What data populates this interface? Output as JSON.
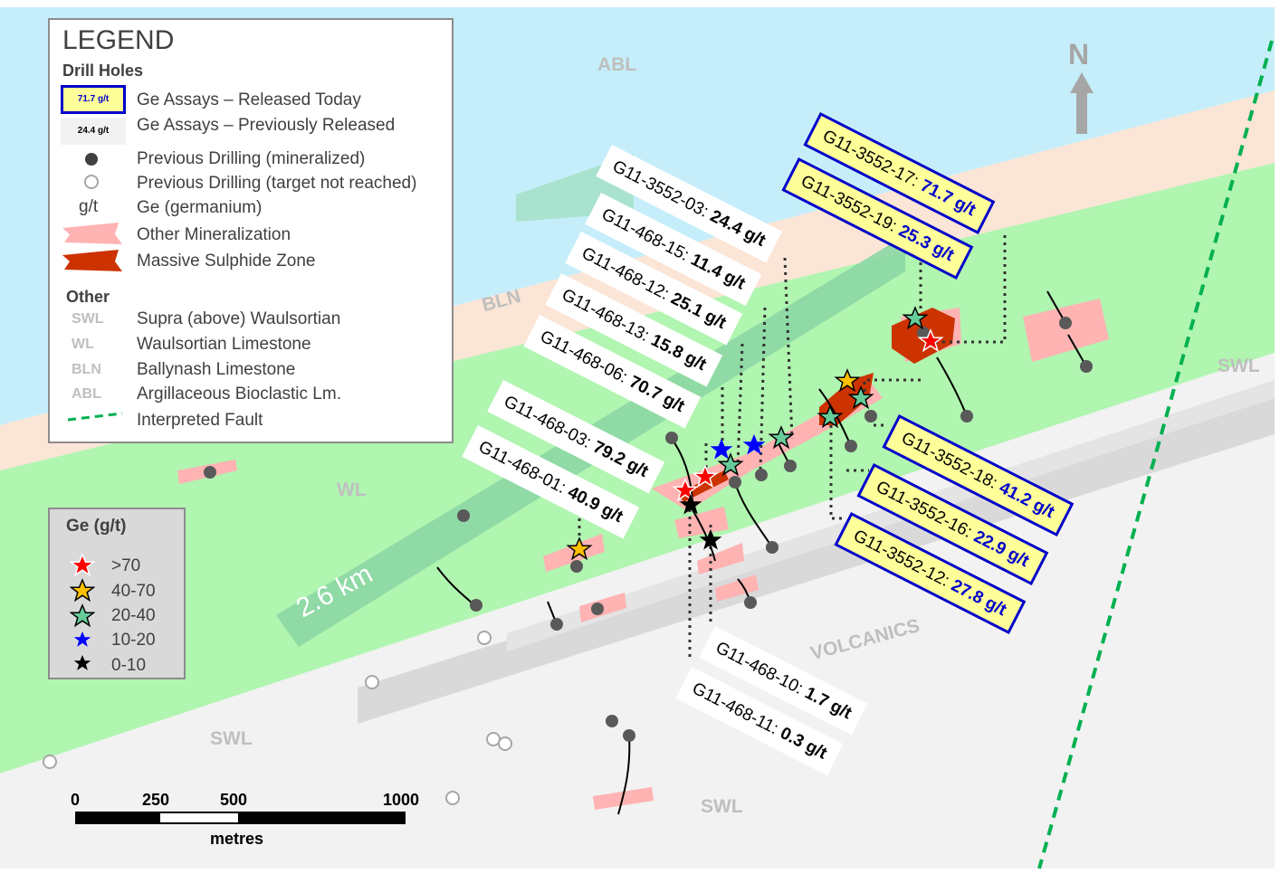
{
  "legend": {
    "title": "LEGEND",
    "drill_holes_heading": "Drill Holes",
    "released_today_sample": "71.7 g/t",
    "released_today_label": "Ge Assays – Released Today",
    "previously_released_sample": "24.4 g/t",
    "previously_released_label": "Ge Assays – Previously Released",
    "prev_mineralized": "Previous Drilling (mineralized)",
    "prev_target_not_reached": "Previous Drilling (target not reached)",
    "gt_symbol": "g/t",
    "gt_label": "Ge (germanium)",
    "other_mineralization": "Other Mineralization",
    "massive_sulphide": "Massive Sulphide Zone",
    "other_heading": "Other",
    "units": [
      {
        "abbr": "SWL",
        "label": "Supra (above) Waulsortian"
      },
      {
        "abbr": "WL",
        "label": "Waulsortian Limestone"
      },
      {
        "abbr": "BLN",
        "label": "Ballynash Limestone"
      },
      {
        "abbr": "ABL",
        "label": "Argillaceous Bioclastic Lm."
      }
    ],
    "fault_label": "Interpreted Fault"
  },
  "ge_legend": {
    "title": "Ge (g/t)",
    "classes": [
      {
        "label": ">70",
        "color": "#ff0000"
      },
      {
        "label": "40-70",
        "color": "#ffc000"
      },
      {
        "label": "20-40",
        "color": "#66cc99"
      },
      {
        "label": "10-20",
        "color": "#0000ff"
      },
      {
        "label": "0-10",
        "color": "#000000"
      }
    ]
  },
  "map_units": {
    "abl": "ABL",
    "bln": "BLN",
    "wl": "WL",
    "swl_right": "SWL",
    "swl_left": "SWL",
    "swl_bottom": "SWL",
    "volcanics": "VOLCANICS",
    "km": "2.6 km",
    "north": "N"
  },
  "assays_previous": [
    {
      "hole": "G11-3552-03: ",
      "value": "24.4 g/t"
    },
    {
      "hole": "G11-468-15: ",
      "value": "11.4 g/t"
    },
    {
      "hole": "G11-468-12: ",
      "value": "25.1 g/t"
    },
    {
      "hole": "G11-468-13: ",
      "value": "15.8 g/t"
    },
    {
      "hole": "G11-468-06: ",
      "value": "70.7 g/t"
    },
    {
      "hole": "G11-468-03: ",
      "value": "79.2 g/t"
    },
    {
      "hole": "G11-468-01: ",
      "value": "40.9 g/t"
    },
    {
      "hole": "G11-468-10: ",
      "value": "1.7 g/t"
    },
    {
      "hole": "G11-468-11: ",
      "value": "0.3 g/t"
    }
  ],
  "assays_today": [
    {
      "hole": "G11-3552-17: ",
      "value": "71.7 g/t"
    },
    {
      "hole": "G11-3552-19: ",
      "value": "25.3 g/t"
    },
    {
      "hole": "G11-3552-18: ",
      "value": "41.2 g/t"
    },
    {
      "hole": "G11-3552-16: ",
      "value": "22.9 g/t"
    },
    {
      "hole": "G11-3552-12: ",
      "value": "27.8 g/t"
    }
  ],
  "scale": {
    "ticks": [
      "0",
      "250",
      "500",
      "1000"
    ],
    "unit": "metres"
  },
  "colors": {
    "sea": "#c6eefa",
    "beach": "#fbe5d6",
    "wl": "#b0f5b0",
    "wl_band": "#8cd7a4",
    "swl": "#f2f2f2",
    "volcanics": "#d9d9d9",
    "mineralization": "#ffb3b3",
    "sulphide": "#cc3300",
    "fault": "#00b050",
    "new_border": "#0000cc",
    "new_fill": "#ffff99"
  }
}
